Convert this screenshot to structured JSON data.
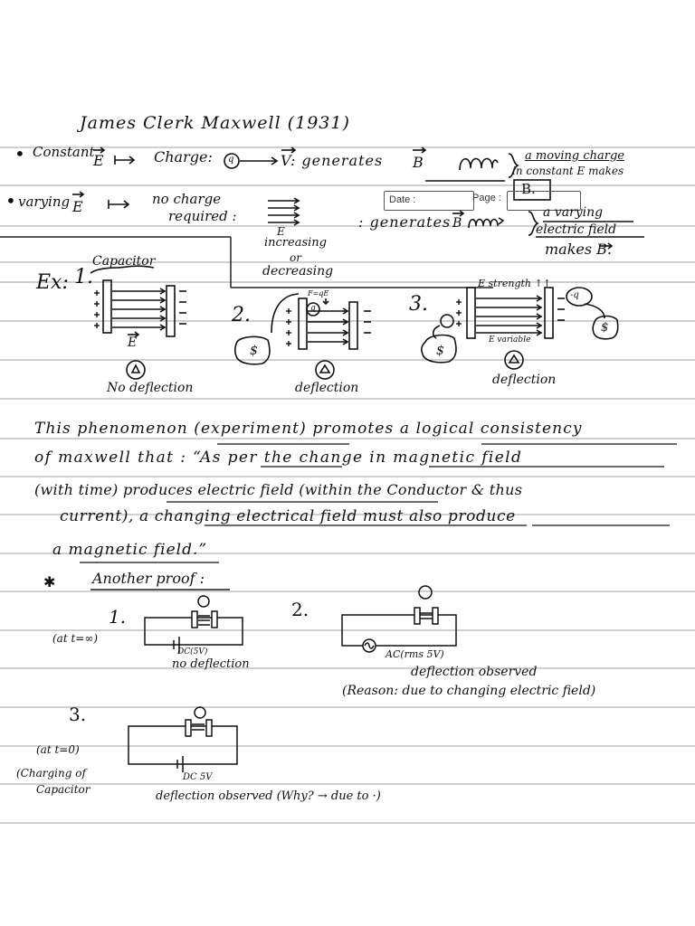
{
  "title": "James Clerk Maxwell (1931)",
  "pad_header": {
    "date": "Date :",
    "page": "Page :"
  },
  "rows": {
    "constant": {
      "bullet": "•",
      "label": "Constant",
      "e_symbol": "E",
      "maps_to": "↦",
      "charge": "Charge:",
      "q": "q",
      "v_generates": "V: generates",
      "b_symbol": "B",
      "note_line1": "a moving charge",
      "note_line2": "in constant E makes",
      "note_line3": "B."
    },
    "varying": {
      "bullet": "•",
      "label": "varying",
      "e_symbol": "E",
      "maps_to": "↦",
      "no_charge": "no charge",
      "required": "required :",
      "e_under": "E",
      "increasing": "increasing",
      "or": "or",
      "decreasing": "decreasing",
      "generates": ": generates",
      "b_symbol": "B",
      "note_line1": "a varying",
      "note_line2": "electric field",
      "note_line3": "makes B."
    }
  },
  "examples": {
    "label": "Ex:",
    "ex1": {
      "num": "1.",
      "caption_top": "Capacitor",
      "e_label": "E",
      "result": "No deflection"
    },
    "ex2": {
      "num": "2.",
      "force": "F=qE",
      "q": "q",
      "dollar": "$",
      "result": "deflection"
    },
    "ex3": {
      "num": "3.",
      "strength": "E strength ↑↑",
      "variable": "E variable",
      "q": "-q",
      "dollar": "$",
      "result": "deflection"
    }
  },
  "paragraph": [
    "This phenomenon (experiment) promotes a logical consistency",
    "of maxwell that : “As per the change in magnetic field",
    "(with time) produces electric field (within the Conductor & thus",
    "current), a changing electrical field must also produce",
    "a magnetic field.”"
  ],
  "another_proof": {
    "star": "✱",
    "text": "Another proof :"
  },
  "proofs": {
    "p1": {
      "num": "1.",
      "condition": "(at t=∞)",
      "battery": "DC(5V)",
      "result": "no deflection"
    },
    "p2": {
      "num": "2.",
      "source": "AC(rms 5V)",
      "result": "deflection observed",
      "reason": "(Reason: due to changing electric field)"
    },
    "p3": {
      "num": "3.",
      "condition": "(at t=0)",
      "condition2_line1": "(Charging of",
      "condition2_line2": "Capacitor",
      "battery": "DC 5V",
      "result": "deflection observed (Why? → due to ·)"
    }
  },
  "colors": {
    "ink": "#111111",
    "rule": "#8a8a8a",
    "paper": "#ffffff"
  }
}
